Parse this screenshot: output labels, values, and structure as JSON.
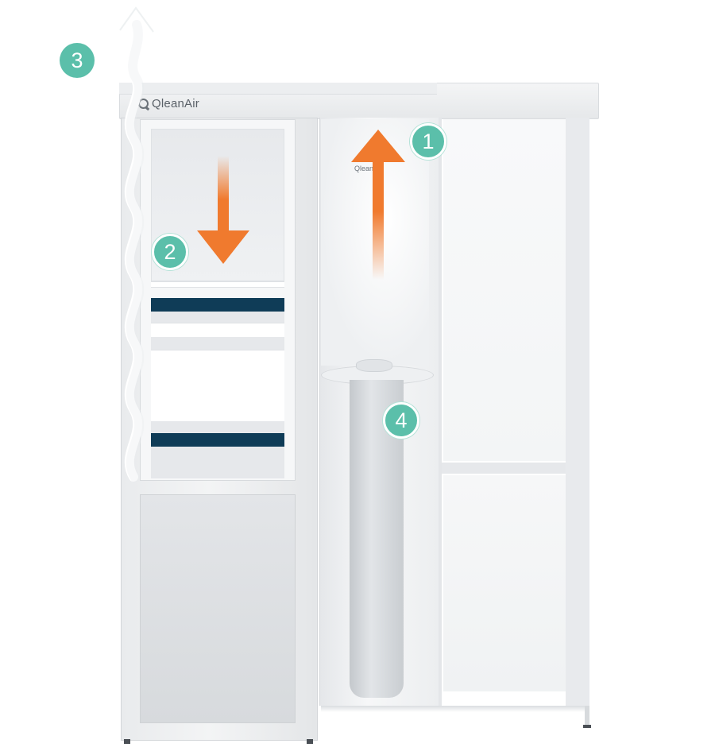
{
  "brand": {
    "name": "QleanAir",
    "back_wall_logo": "QleanAir"
  },
  "callouts": [
    {
      "number": "1",
      "meaning": "",
      "color": "#5bbfaa"
    },
    {
      "number": "2",
      "color": "#5bbfaa"
    },
    {
      "number": "3",
      "color": "#5bbfaa"
    },
    {
      "number": "4",
      "color": "#5bbfaa"
    }
  ],
  "colors": {
    "airflow_arrow": "#f07a2e",
    "clean_air_trail": "#ffffff",
    "filter_band": "#0f3c57",
    "callout_badge": "#5bbfaa"
  },
  "icons": {
    "brand_mark": "qleanair-logo-icon",
    "up_arrow": "airflow-up-arrow-icon",
    "down_arrow": "airflow-down-arrow-icon",
    "exhaust": "clean-air-exhaust-icon"
  }
}
